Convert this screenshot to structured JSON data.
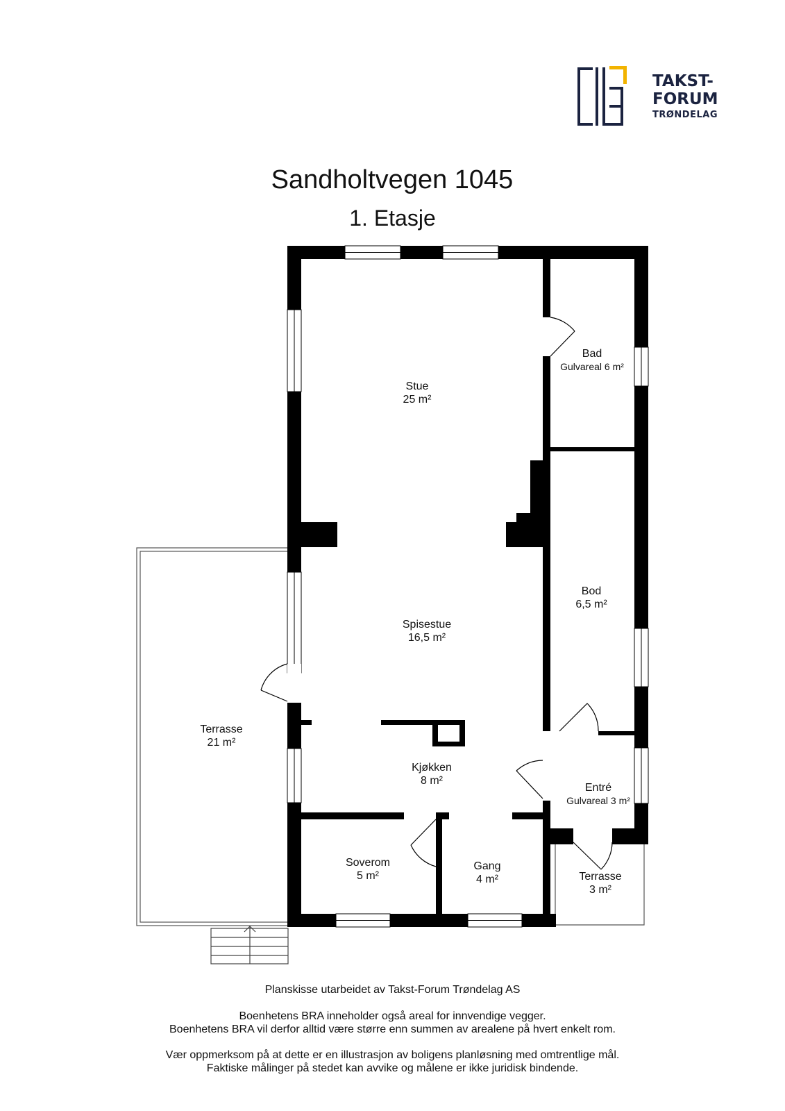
{
  "logo": {
    "line1": "TAKST-",
    "line2": "FORUM",
    "line3": "TRØNDELAG",
    "colors": {
      "navy": "#1b2340",
      "gold": "#f2b300"
    }
  },
  "title": "Sandholtvegen 1045",
  "subtitle": "1. Etasje",
  "rooms": [
    {
      "name": "Stue",
      "area": "25 m²"
    },
    {
      "name": "Bad",
      "area": "Gulvareal 6 m²"
    },
    {
      "name": "Bod",
      "area": "6,5 m²"
    },
    {
      "name": "Spisestue",
      "area": "16,5 m²"
    },
    {
      "name": "Terrasse",
      "area": "21 m²"
    },
    {
      "name": "Kjøkken",
      "area": "8 m²"
    },
    {
      "name": "Entré",
      "area": "Gulvareal 3 m²"
    },
    {
      "name": "Soverom",
      "area": "5 m²"
    },
    {
      "name": "Gang",
      "area": "4 m²"
    },
    {
      "name": "Terrasse",
      "area": "3 m²"
    }
  ],
  "notes": {
    "line1": "Planskisse utarbeidet av Takst-Forum Trøndelag AS",
    "line2": "Boenhetens BRA inneholder også areal for innvendige vegger.",
    "line3": "Boenhetens BRA vil derfor alltid være større enn summen av arealene på hvert enkelt rom.",
    "line4": "Vær oppmerksom på at dette er en illustrasjon av boligens planløsning med omtrentlige mål.",
    "line5": "Faktiske målinger på stedet kan avvike og målene er ikke juridisk bindende."
  }
}
